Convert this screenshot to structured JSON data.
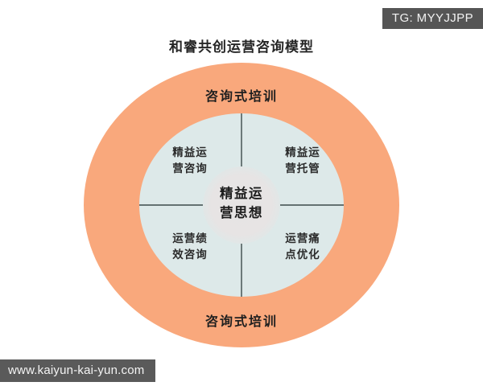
{
  "badge": {
    "text": "TG: MYYJJPP"
  },
  "watermark": {
    "text": "www.kaiyun-kai-yun.com"
  },
  "diagram": {
    "title": "和睿共创运营咨询模型",
    "outer_ring": {
      "top_label": "咨询式培训",
      "bottom_label": "咨询式培训"
    },
    "quadrants": [
      {
        "position": "top-left",
        "line1": "精益运",
        "line2": "营咨询"
      },
      {
        "position": "top-right",
        "line1": "精益运",
        "line2": "营托管"
      },
      {
        "position": "bottom-left",
        "line1": "运营绩",
        "line2": "效咨询"
      },
      {
        "position": "bottom-right",
        "line1": "运营痛",
        "line2": "点优化"
      }
    ],
    "core": {
      "line1": "精益运",
      "line2": "营思想"
    }
  },
  "colors": {
    "background": "#ffffff",
    "outer_ring": "#f9a87c",
    "inner_disc": "#dde9e9",
    "core_disc": "#e7e4e4",
    "divider": "#3c4a4a",
    "badge_bg": "#555555",
    "watermark_bg": "#5a5a5a",
    "title_text": "#262626"
  }
}
